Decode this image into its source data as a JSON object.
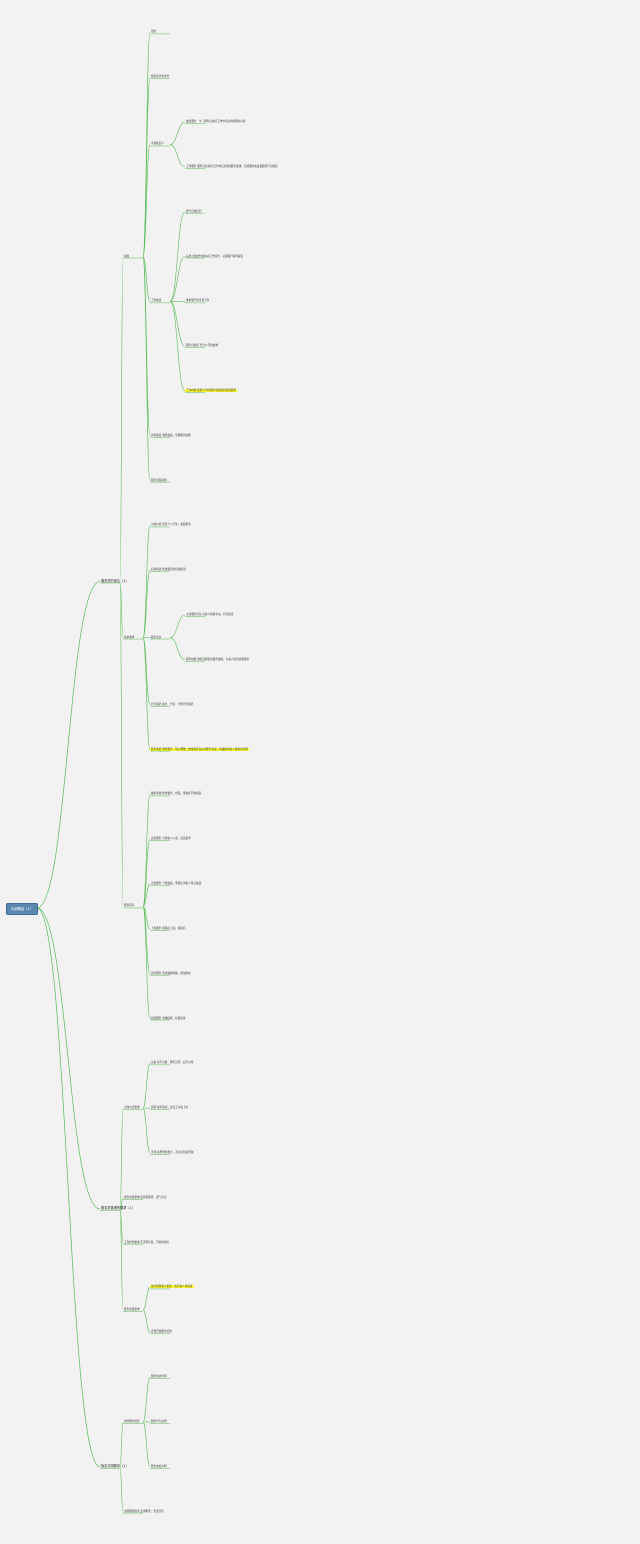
{
  "root": "大纲概括（1）",
  "highlight_color": "#ffff33",
  "link_color": "#55bb55",
  "branches": [
    {
      "label": "服务员的岗位（1）",
      "children": [
        {
          "label": "总则",
          "children": [
            {
              "label": "范围"
            },
            {
              "label": "规范性引用文件"
            },
            {
              "label": "术语和定义",
              "children": [
                {
                  "label": "餐饮服务 （1）服务员在岗工作中应达到的服务标准"
                },
                {
                  "label": "工作服务 服务员在岗位工作中应达到的服务要求，包括服务态度和服务行为规范"
                }
              ]
            },
            {
              "label": "工作职责",
              "children": [
                {
                  "label": "遵守店规店纪"
                },
                {
                  "label": "完成上级交代的各项工作任务，认真履行岗位职责"
                },
                {
                  "label": "维护餐厅的环境卫生"
                },
                {
                  "label": "服务员素质 符合公司的要求"
                },
                {
                  "label": "工作内容 按照公司的服务流程提供优质服务",
                  "hl": true
                }
              ]
            },
            {
              "label": "岗位职责 熟悉菜品，掌握服务技能"
            },
            {
              "label": "服务流程说明"
            }
          ]
        },
        {
          "label": "基本要求",
          "children": [
            {
              "label": "仪容仪表 注意个人卫生，着装整洁"
            },
            {
              "label": "礼貌用语 使用规范的礼貌用语"
            },
            {
              "label": "服务意识",
              "children": [
                {
                  "label": "主动服务意识 对客人热情主动，有问必答"
                },
                {
                  "label": "服务技能 熟练掌握各项服务技能，为客人提供优质服务"
                }
              ]
            },
            {
              "label": "行为规范 站立、行走、手势符合规范"
            },
            {
              "label": "服务态度 微笑服务，耐心细致，始终保持良好的服务态度，积极解决客人遇到的问题",
              "hl": true
            }
          ]
        },
        {
          "label": "服务程序",
          "children": [
            {
              "label": "餐前准备 检查餐具、台面，准备好开餐用品"
            },
            {
              "label": "迎宾服务 引领客人入座，递送菜单"
            },
            {
              "label": "点菜服务 介绍菜品，准确记录客人所点菜品"
            },
            {
              "label": "上菜服务 按顺序上菜，报菜名"
            },
            {
              "label": "席间服务 及时撤换骨碟，添加酒水"
            },
            {
              "label": "结账服务 准确结账，礼貌送客"
            }
          ]
        }
      ]
    },
    {
      "label": "服务员管理的要求（1）",
      "children": [
        {
          "label": "仪容仪表要求",
          "children": [
            {
              "label": "头发 前不过眉，侧不过耳，后不过领"
            },
            {
              "label": "面部 保持清洁，女员工淡妆上岗"
            },
            {
              "label": "手部 指甲修剪整齐，不涂有色指甲油"
            }
          ]
        },
        {
          "label": "服务用语要求 使用普通话，语气亲切"
        },
        {
          "label": "工作纪律要求 不迟到早退，不擅离岗位"
        },
        {
          "label": "服务质量要求",
          "children": [
            {
              "label": "及时处理客人投诉，提高客人满意度",
              "hl": true
            },
            {
              "label": "定期开展服务培训"
            }
          ]
        }
      ]
    },
    {
      "label": "饭店文明服务（1）",
      "children": [
        {
          "label": "文明服务规范",
          "children": [
            {
              "label": "服务用语文明"
            },
            {
              "label": "服务行为文明"
            },
            {
              "label": "服务态度文明"
            }
          ]
        },
        {
          "label": "文明服务检查 定期检查，奖优罚劣"
        }
      ]
    }
  ]
}
